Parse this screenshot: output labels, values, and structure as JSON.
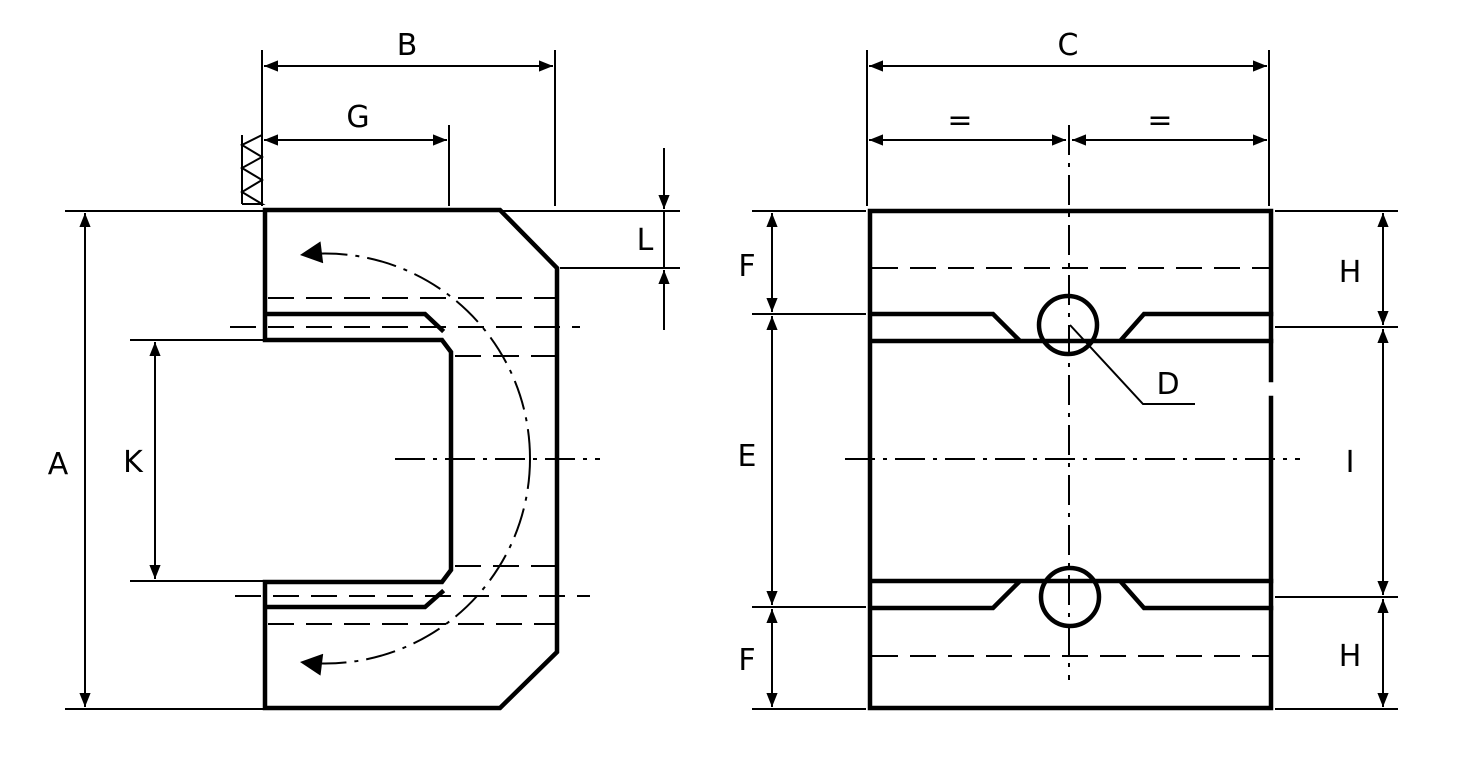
{
  "labels": {
    "A": "A",
    "B": "B",
    "C": "C",
    "D": "D",
    "E": "E",
    "F_top": "F",
    "F_bottom": "F",
    "G": "G",
    "H_top": "H",
    "H_bottom": "H",
    "I": "I",
    "K": "K",
    "L": "L",
    "equal_left": "=",
    "equal_right": "="
  }
}
